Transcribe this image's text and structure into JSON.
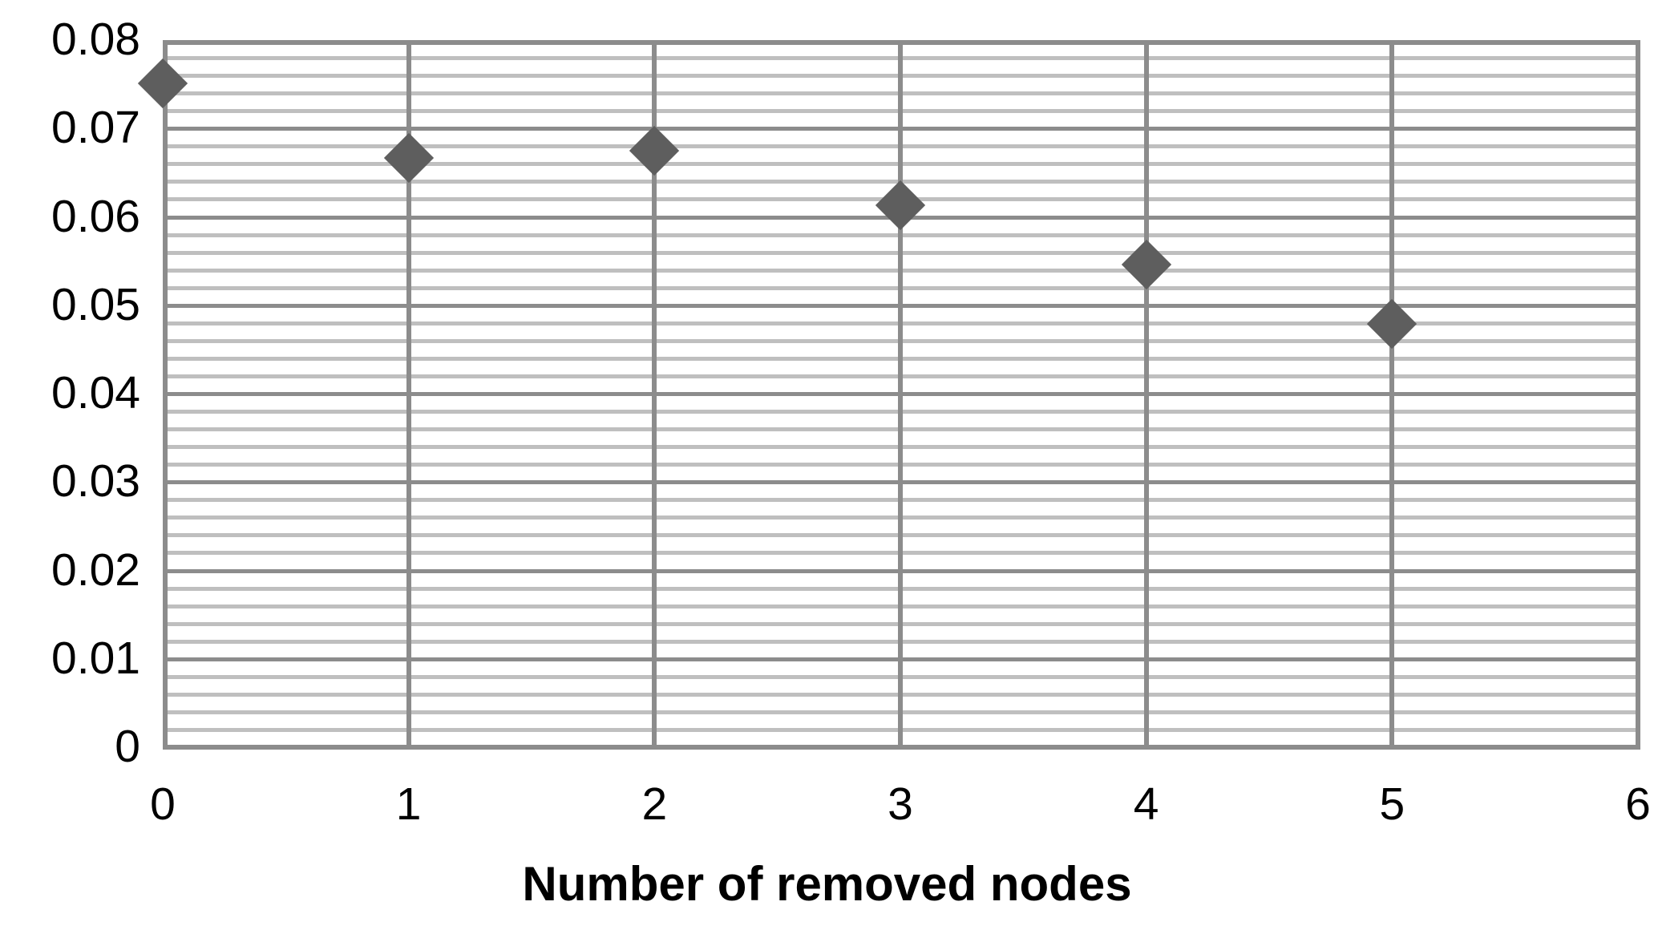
{
  "chart_data": {
    "type": "scatter",
    "title": "",
    "subtitle": "",
    "xlabel": "Number of removed nodes",
    "ylabel": "",
    "x": [
      0,
      1,
      2,
      3,
      4,
      5
    ],
    "values": [
      0.0751,
      0.0667,
      0.0675,
      0.0613,
      0.0546,
      0.0479
    ],
    "series": [
      {
        "name": "",
        "marker": "diamond",
        "color": "#5e5e5e",
        "points": [
          {
            "x": 0,
            "y": 0.0751
          },
          {
            "x": 1,
            "y": 0.0667
          },
          {
            "x": 2,
            "y": 0.0675
          },
          {
            "x": 3,
            "y": 0.0613
          },
          {
            "x": 4,
            "y": 0.0546
          },
          {
            "x": 5,
            "y": 0.0479
          }
        ]
      }
    ],
    "xlim": [
      0,
      6
    ],
    "ylim": [
      0,
      0.08
    ],
    "x_ticks": [
      "0",
      "1",
      "2",
      "3",
      "4",
      "5",
      "6"
    ],
    "x_tick_values": [
      0,
      1,
      2,
      3,
      4,
      5,
      6
    ],
    "y_ticks": [
      "0",
      "0.01",
      "0.02",
      "0.03",
      "0.04",
      "0.05",
      "0.06",
      "0.07",
      "0.08"
    ],
    "y_tick_values": [
      0,
      0.01,
      0.02,
      0.03,
      0.04,
      0.05,
      0.06,
      0.07,
      0.08
    ],
    "y_minor_step": 0.002,
    "x_major_step": 1,
    "grid": {
      "horizontal_major": true,
      "horizontal_minor": true,
      "vertical_major": true,
      "vertical_minor": false
    },
    "legend": {
      "visible": false,
      "position": "none"
    },
    "colors": {
      "marker": "#5e5e5e",
      "major_gridline": "#8c8c8c",
      "minor_gridline": "#bfbfbf",
      "axis": "#8c8c8c",
      "text": "#000000",
      "background": "#ffffff"
    }
  }
}
